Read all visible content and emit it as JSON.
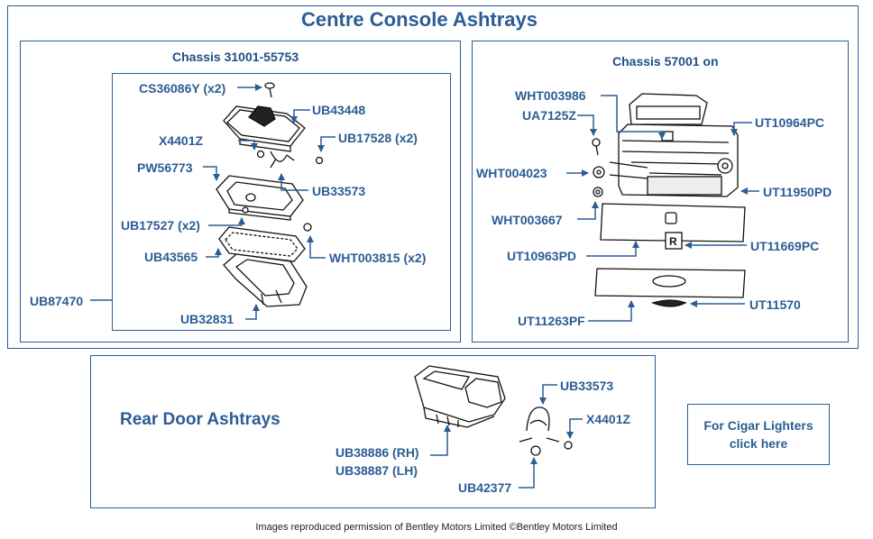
{
  "main_title": "Centre Console Ashtrays",
  "panel_left": {
    "title": "Chassis 31001-55753",
    "outer_label": "UB87470",
    "parts": [
      "CS36086Y (x2)",
      "UB43448",
      "X4401Z",
      "UB17528 (x2)",
      "PW56773",
      "UB33573",
      "UB17527 (x2)",
      "UB43565",
      "WHT003815 (x2)",
      "UB32831"
    ]
  },
  "panel_right": {
    "title": "Chassis 57001 on",
    "parts": [
      "WHT003986",
      "UA7125Z",
      "UT10964PC",
      "WHT004023",
      "UT11950PD",
      "WHT003667",
      "UT11669PC",
      "UT10963PD",
      "UT11570",
      "UT11263PF"
    ]
  },
  "rear_door": {
    "title": "Rear Door Ashtrays",
    "parts": [
      "UB33573",
      "X4401Z",
      "UB38886 (RH)",
      "UB38887 (LH)",
      "UB42377"
    ]
  },
  "cigar_link": {
    "line1": "For Cigar Lighters",
    "line2": "click here"
  },
  "footer": "Images reproduced permission of Bentley Motors Limited ©Bentley Motors Limited",
  "colors": {
    "accent": "#2b5d95",
    "line": "#000000"
  }
}
